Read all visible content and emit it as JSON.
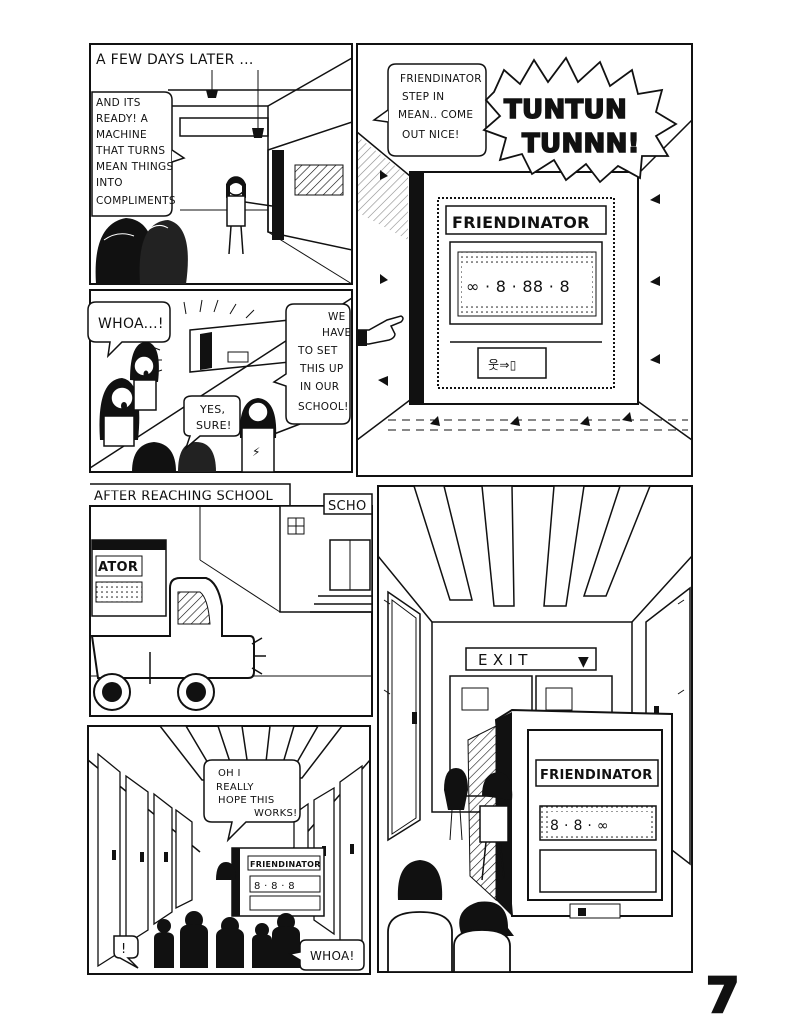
{
  "page": {
    "page_number": "7",
    "ink_color": "#111111",
    "paper_color": "#ffffff"
  },
  "panel1": {
    "caption": "A FEW DAYS LATER ...",
    "speech": [
      "AND ITS",
      "READY! A",
      "MACHINE",
      "THAT TURNS",
      "MEAN THINGS",
      "INTO",
      "COMPLIMENTS"
    ]
  },
  "panel2": {
    "speech": [
      "FRIENDINATOR",
      "STEP IN",
      "MEAN.. COME",
      "OUT NICE!"
    ],
    "sound_effect": [
      "TUNTUN",
      "TUNNN!"
    ],
    "machine_label": "FRIENDINATOR",
    "screen_symbols": "∞ · 8 · 88 · 8"
  },
  "panel3": {
    "speech_1": "WHOA...!",
    "speech_2": [
      "WE",
      "HAVE",
      "TO SET",
      "THIS UP",
      "IN OUR",
      "SCHOOL!"
    ],
    "speech_3": [
      "YES,",
      "SURE!"
    ]
  },
  "panel4": {
    "caption": "AFTER REACHING SCHOOL",
    "sign": "SCHO",
    "machine_label": "ATOR"
  },
  "panel5": {
    "exit_sign": "E X I T",
    "machine_label": "FRIENDINATOR",
    "screen_symbols": "8 · 8 · ∞"
  },
  "panel6": {
    "speech_1": [
      "OH I",
      "REALLY",
      "HOPE THIS",
      "WORKS!"
    ],
    "speech_2": "!",
    "speech_3": "WHOA!",
    "machine_label": "FRIENDINATOR",
    "screen_symbols": "8 · 8 · 8"
  }
}
